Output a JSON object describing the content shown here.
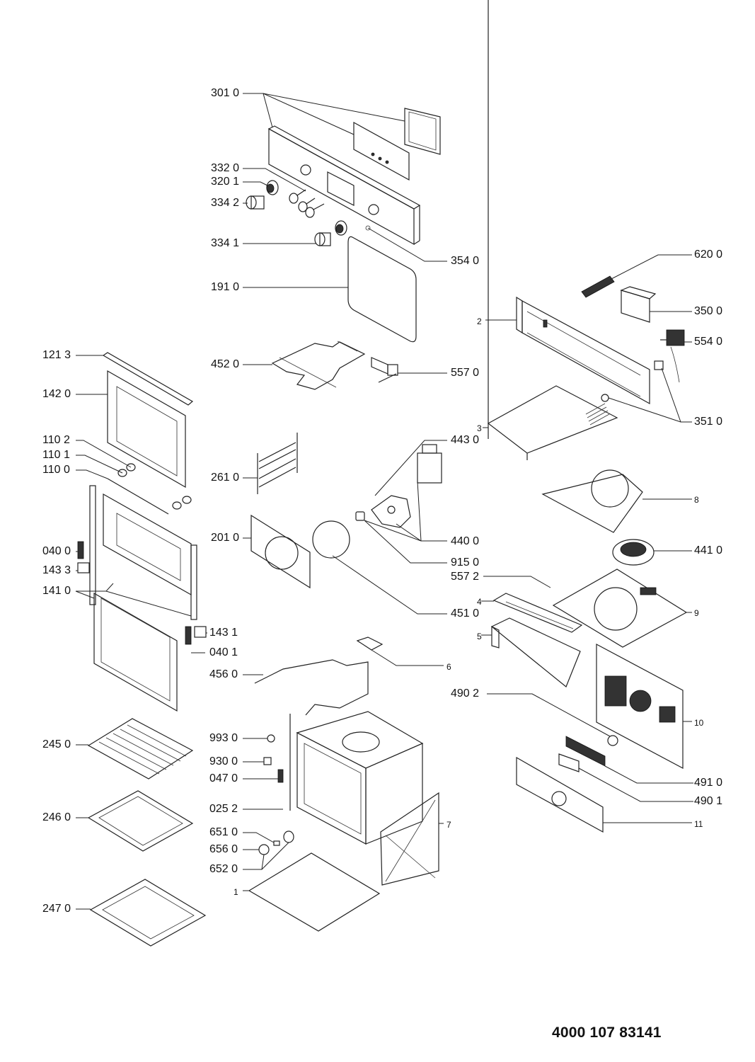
{
  "diagram": {
    "title": "Oven exploded parts diagram",
    "document_number": "4000 107 83141",
    "labels": {
      "l3010": "301 0",
      "l3320": "332 0",
      "l3201": "320 1",
      "l3342": "334 2",
      "l3341": "334 1",
      "l3540": "354 0",
      "l1910": "191 0",
      "l6200": "620 0",
      "l3500": "350 0",
      "l5540": "554 0",
      "l3510": "351 0",
      "l2": "2",
      "l1213": "121 3",
      "l1420": "142 0",
      "l4520": "452 0",
      "l5570": "557 0",
      "l1102": "110 2",
      "l1101": "110 1",
      "l1100": "110 0",
      "l2610": "261 0",
      "l3": "3",
      "l4430": "443 0",
      "l8": "8",
      "l0400": "040 0",
      "l1433": "143 3",
      "l1410": "141 0",
      "l2010": "201 0",
      "l4400": "440 0",
      "l9150": "915 0",
      "l4410": "441 0",
      "l5572": "557 2",
      "l4510": "451 0",
      "l4": "4",
      "l9": "9",
      "l5": "5",
      "l1431": "143 1",
      "l0401": "040 1",
      "l4560": "456 0",
      "l6": "6",
      "l4902": "490 2",
      "l10": "10",
      "l2450": "245 0",
      "l9930": "993 0",
      "l9300": "930 0",
      "l0470": "047 0",
      "l4910": "491 0",
      "l4901": "490 1",
      "l0252": "025 2",
      "l2460": "246 0",
      "l7": "7",
      "l11": "11",
      "l6510": "651 0",
      "l6560": "656 0",
      "l6520": "652 0",
      "l1": "1",
      "l2470": "247 0"
    }
  }
}
